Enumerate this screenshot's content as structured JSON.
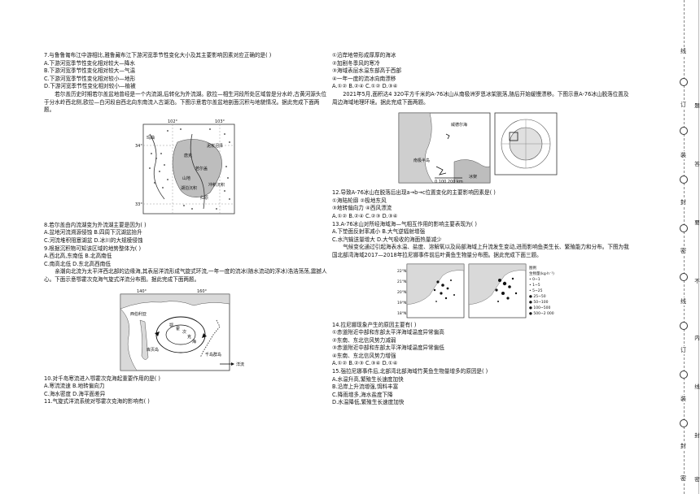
{
  "left": {
    "lines_top": [
      "7.与鲁鲁匍布江中游相比,雅鲁藏布江下游河宽季节性变化大小及其主要影响因素对应正确的是(      )",
      "A.下游河宽季节性变化相对较大—降水",
      "B.下游河宽季节性变化相对较大—气温",
      "C.下游河宽季节性变化相对较小—地形",
      "D.下游河宽季节性变化相对较小—植被"
    ],
    "para_zoige": "若尔盖历史时期若尔盖盆地曾经是一个内流湖,后转化为外流湖。欧拉—相生河段所处区域曾是分水岭,古黄河源头位于分水岭西北侧,欧拉—白河段自西北向东南流入古湖泊。下图示意若尔盖盆地剖面沉积与地貌情况。据此完成下面两题。",
    "map1": {
      "top_labels": [
        "102°",
        "103°"
      ],
      "left_labels": [
        "34°",
        "33°"
      ],
      "places": [
        "玛曲",
        "唐克",
        "若尔盖",
        "红原",
        "山地",
        "泥炭沼泽",
        "湖泊沉积",
        "冲积沉积"
      ]
    },
    "lines_mid": [
      "8.若尔盖由内流湖变为外流湖主要是因为(      )",
      "A.盆地河流溯源侵蚀          B.四周下沉湖盆抬升",
      "C.河流堆积阻塞湖盆          D.冰川的大规模侵蚀",
      "9.根据沉积物可知该区域的地势整体为(      )",
      "A.西北高,东南低             B.北高南低",
      "C.南高北低                  D.东北高西南低"
    ],
    "para_kuroshio": "亲潮向北流为太平洋西北部的边缘海,其表层洋流形成气旋式环流,一年一度的流冰(随水流动的浮冰)浩浩荡荡,震撼人心。下面示意鄂霍次克海气旋式洋流分布图。据此完成下面两题。",
    "map2": {
      "top_labels": [
        "140°",
        "160°"
      ],
      "places": [
        "鄂",
        "霍",
        "次",
        "克",
        "海",
        "西伯利亚",
        "库页岛",
        "千岛群岛"
      ],
      "legend": "洋流"
    },
    "lines_bottom": [
      "10.对千岛寒流进入鄂霍次克海起重要作用的是(      )",
      "A.寒流流速                  B.地转偏向力",
      "C.海水密度                  D.海平面差异",
      "11.气旋式洋流系统对鄂霍次克海的影响有(      )"
    ]
  },
  "right": {
    "lines_top": [
      "①沿岸地带形成厚厚的海冰",
      "②加剧冬季风的寒冷",
      "③海域表层水温东部高于西部",
      "④一年一度的流冰向南漂移",
      "A.①②          B.②④          C.①②          D.③④"
    ],
    "para_iceberg": "2021年5月,面积达4 320平方千米的A-76冰山从南极洲罗恩冰架脱落,随后开始缓慢漂移。下图示意A-76冰山脱落位置及周边海域地理环境。据此完成下面两题。",
    "map3": {
      "labels": [
        "威德尔海",
        "南极半岛",
        "冰架",
        "0    100 200 km"
      ]
    },
    "lines_mid": [
      "12.导致A-76冰山在脱落后出现a→b→c位置变化的主要影响因素是(      )",
      "①海陆轮廓                      ②极地东风",
      "③地转偏向力                    ④西风漂流",
      "A.①②          B.②④          C.②③          D.③④",
      "13.A-76冰山对所经海域海—气相互作用的影响主要表现为(      )",
      "A.下垫面反射率减小               B.大气逆辐射增强",
      "C.水汽输送量增大                 D.大气吸收的海面热量减少"
    ],
    "para_nina": "气候变化通过引起海表水温、盐度、溶解氧以及局部海域上升流发生变动,进而影响鱼类生长、繁殖能力和分布。下图为我国北部湾海域2017—2018年拉尼娜事件前后叶黄鱼生物量分布图。据此完成下面三题。",
    "map4": {
      "legend_title": "图例",
      "legend_unit": "生物量(kg·h⁻¹)",
      "legend_items": [
        "• 0~1",
        "• 1~5",
        "• 5~25",
        "● 25~50",
        "● 50~100",
        "● 100~500",
        "● 500~2 000"
      ],
      "lat_labels": [
        "22°N",
        "21°N",
        "20°N",
        "19°N",
        "18°N"
      ]
    },
    "lines_bottom": [
      "14.拉尼娜现象产生的原因主要有(      )",
      "①赤道附近中部和东部太平洋海域温度异常偏高",
      "②东南、东北信风势力减弱",
      "③赤道附近中部和东部太平洋海域温度异常偏低",
      "④东南、东北信风势力增强",
      "A.①②          B.②③          C.③④          D.①④",
      "15.强拉尼娜事件后,北部湾北部海域竹荚鱼生物量增多的原因是(      )",
      "A.水温升高,繁殖生长速度加快",
      "B.沿岸上升流增强,饵料丰富",
      "C.降雨增多,海水盐度下降",
      "D.水温降低,繁殖生长速度加快"
    ]
  },
  "binding_margin": {
    "inner_chars": [
      "线",
      "订",
      "装",
      "封",
      "密",
      "线",
      "订",
      "装",
      "封",
      "密"
    ],
    "outer_chars": [
      "题",
      "答",
      "要",
      "不",
      "内",
      "线",
      "封",
      "密"
    ]
  }
}
